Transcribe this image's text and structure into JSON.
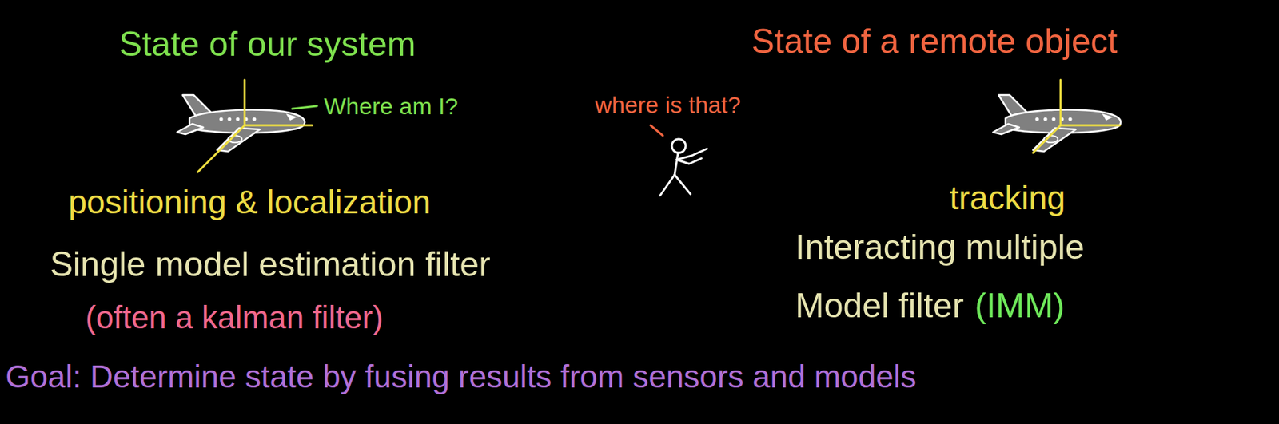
{
  "diagram": {
    "labels": [
      "State of our system",
      "Where am I?",
      "positioning & localization",
      "Single model estimation filter",
      "(often a kalman filter)",
      "State of a remote object",
      "where is that?",
      "tracking",
      "Interacting multiple Model filter",
      "(IMM)",
      "Goal: Determine state by fusing results from sensors and models"
    ]
  }
}
